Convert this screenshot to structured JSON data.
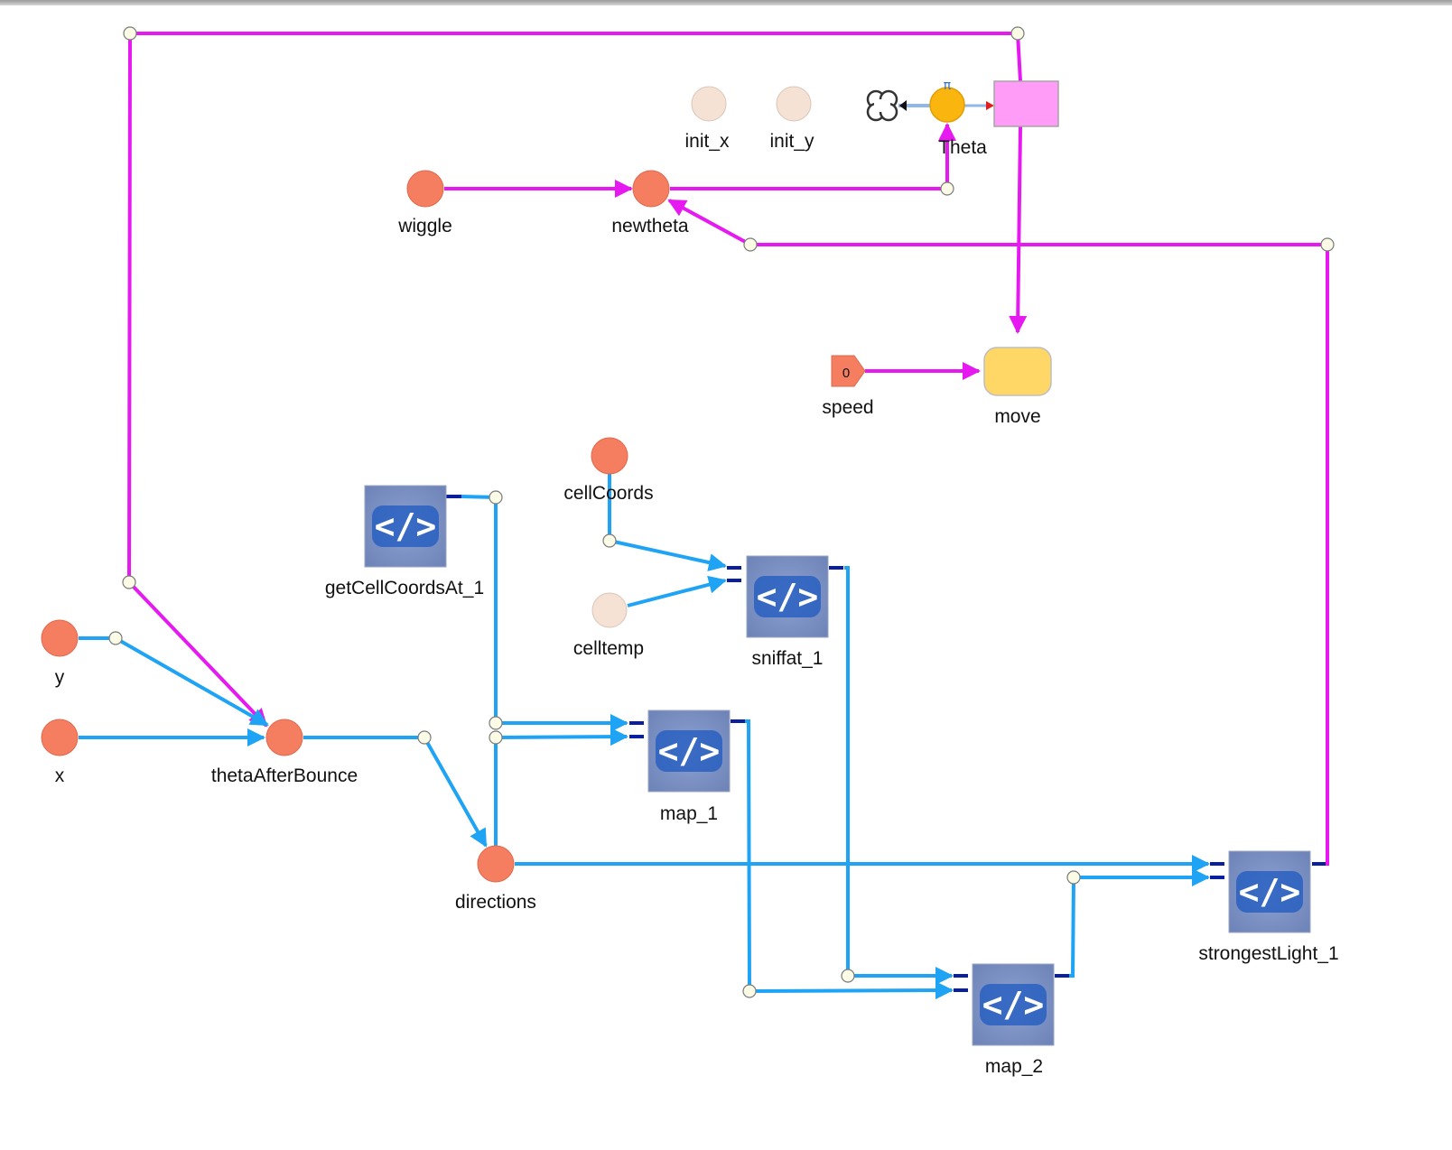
{
  "diagram": {
    "variables": {
      "wiggle": "wiggle",
      "newtheta": "newtheta",
      "y": "y",
      "x": "x",
      "thetaAfterBounce": "thetaAfterBounce",
      "directions": "directions",
      "cellCoords": "cellCoords"
    },
    "parameters": {
      "init_x": "init_x",
      "init_y": "init_y",
      "celltemp": "celltemp"
    },
    "flow": {
      "label": "Theta",
      "valve_symbol": "π"
    },
    "constant": {
      "label": "speed",
      "value": "0"
    },
    "action": {
      "label": "move"
    },
    "code_blocks": {
      "getCellCoordsAt_1": "getCellCoordsAt_1",
      "sniffat_1": "sniffat_1",
      "map_1": "map_1",
      "map_2": "map_2",
      "strongestLight_1": "strongestLight_1"
    },
    "code_glyph": "</>",
    "colors": {
      "influence_wire": "#e619f0",
      "data_wire": "#1fa3f5",
      "variable": "#f57d60",
      "parameter": "#f6e2d4",
      "stock": "#ff9cf8",
      "action": "#ffd766",
      "flow_valve": "#fbb50f",
      "code_block": "#7f94c6"
    }
  }
}
